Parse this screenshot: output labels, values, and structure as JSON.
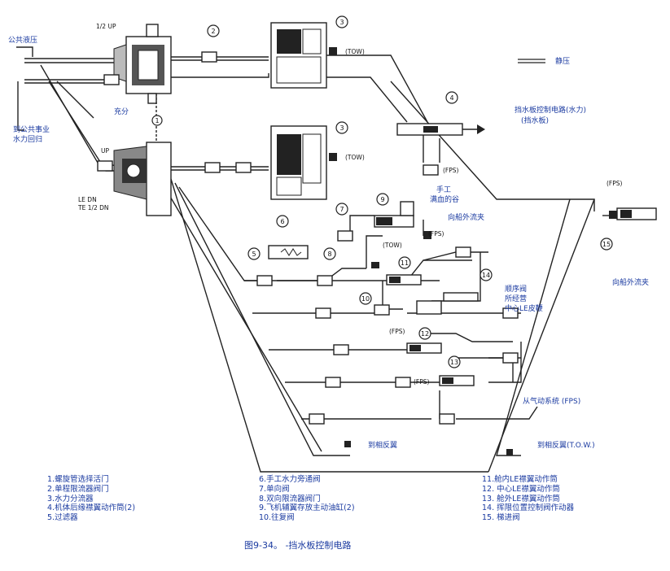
{
  "labels": {
    "public_hydraulic": "公共液压",
    "to_public_return_1": "到公共事业",
    "to_public_return_2": "水力回归",
    "half_up": "1/2 UP",
    "up": "UP",
    "le_dn": "LE DN",
    "te_half_dn": "TE 1/2 DN",
    "fill": "充分",
    "static_pressure": "静压",
    "control_circuit_1": "挡水板控制电路(水力)",
    "control_circuit_2": "(挡水板)",
    "tow_1": "(TOW)",
    "tow_2": "(TOW)",
    "tow_3": "(TOW)",
    "fps_1": "(FPS)",
    "fps_2": "(FPS)",
    "fps_3": "(FPS)",
    "fps_4": "(FPS)",
    "fps_5": "(FPS)",
    "manual_1": "手工",
    "manual_2": "满血的谷",
    "to_outboard_1": "向船外流夹",
    "to_outboard_2": "向船外流夹",
    "sequence_1": "顺序阀",
    "sequence_2": "所经营",
    "sequence_3": "中心LE皮鞭",
    "from_pneumatic": "从气动系统 (FPS)",
    "to_reverse": "到相反翼",
    "to_reverse_tow": "到相反翼(T.O.W.)"
  },
  "numbers": [
    "1",
    "2",
    "3",
    "3",
    "4",
    "5",
    "6",
    "7",
    "8",
    "9",
    "10",
    "11",
    "12",
    "13",
    "14",
    "15"
  ],
  "legend": {
    "col1": [
      "1.螺旋管选择活门",
      "2.单程限流器阀门",
      "3.水力分流器",
      "4.机体后缘襟翼动作筒(2)",
      "5.过滤器"
    ],
    "col2": [
      "6.手工水力旁通阀",
      "7.单向阀",
      "8.双向限流器阀门",
      "9.飞机辅翼存放主动油缸(2)",
      "10.往复阀"
    ],
    "col3": [
      "11.舱内LE襟翼动作筒",
      "12. 中心LE襟翼动作筒",
      "13. 舱外LE襟翼动作筒",
      "14. 挥限位置控制阀作动器",
      "15. 梯进阀"
    ]
  },
  "caption": "图9-34。 -挡水板控制电路"
}
